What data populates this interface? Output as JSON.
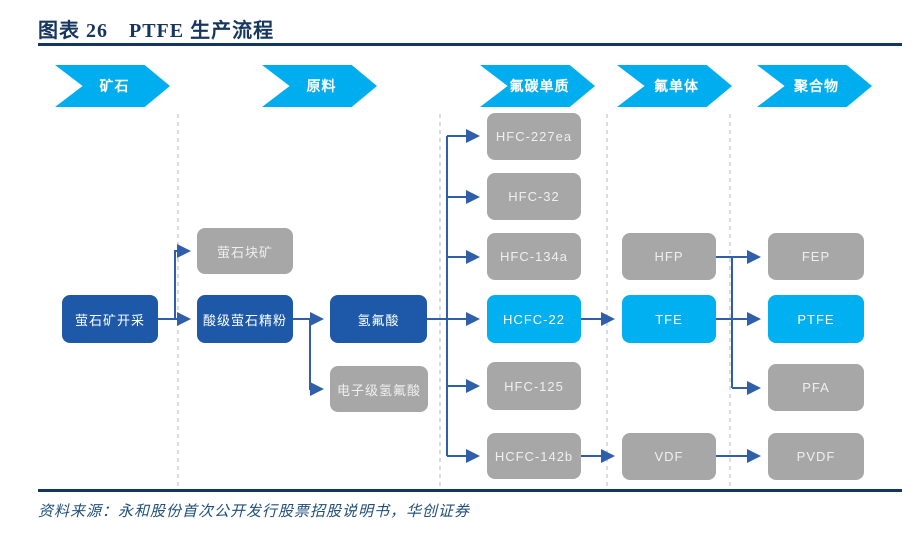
{
  "figure": {
    "title": "图表 26　PTFE 生产流程",
    "source": "资料来源：永和股份首次公开发行股票招股说明书，华创证券"
  },
  "stages": [
    {
      "label": "矿石"
    },
    {
      "label": "原料"
    },
    {
      "label": "氟碳单质"
    },
    {
      "label": "氟单体"
    },
    {
      "label": "聚合物"
    }
  ],
  "nodes": {
    "mining": {
      "label": "萤石矿开采",
      "style": "dark"
    },
    "lump_ore": {
      "label": "萤石块矿",
      "style": "gray"
    },
    "acid_powder": {
      "label": "酸级萤石精粉",
      "style": "dark"
    },
    "hf": {
      "label": "氢氟酸",
      "style": "dark"
    },
    "electronic_hf": {
      "label": "电子级氢氟酸",
      "style": "gray"
    },
    "hfc227ea": {
      "label": "HFC-227ea",
      "style": "gray"
    },
    "hfc32": {
      "label": "HFC-32",
      "style": "gray"
    },
    "hfc134a": {
      "label": "HFC-134a",
      "style": "gray"
    },
    "hcfc22": {
      "label": "HCFC-22",
      "style": "cyan"
    },
    "hfc125": {
      "label": "HFC-125",
      "style": "gray"
    },
    "hcfc142b": {
      "label": "HCFC-142b",
      "style": "gray"
    },
    "hfp": {
      "label": "HFP",
      "style": "gray"
    },
    "tfe": {
      "label": "TFE",
      "style": "cyan"
    },
    "vdf": {
      "label": "VDF",
      "style": "gray"
    },
    "fep": {
      "label": "FEP",
      "style": "gray"
    },
    "ptfe": {
      "label": "PTFE",
      "style": "cyan"
    },
    "pfa": {
      "label": "PFA",
      "style": "gray"
    },
    "pvdf": {
      "label": "PVDF",
      "style": "gray"
    }
  },
  "edges": [
    {
      "from": "萤石矿开采",
      "to": "萤石块矿"
    },
    {
      "from": "萤石矿开采",
      "to": "酸级萤石精粉"
    },
    {
      "from": "酸级萤石精粉",
      "to": "氢氟酸"
    },
    {
      "from": "酸级萤石精粉",
      "to": "电子级氢氟酸"
    },
    {
      "from": "氢氟酸",
      "to": "HFC-227ea"
    },
    {
      "from": "氢氟酸",
      "to": "HFC-32"
    },
    {
      "from": "氢氟酸",
      "to": "HFC-134a"
    },
    {
      "from": "氢氟酸",
      "to": "HCFC-22"
    },
    {
      "from": "氢氟酸",
      "to": "HFC-125"
    },
    {
      "from": "氢氟酸",
      "to": "HCFC-142b"
    },
    {
      "from": "HCFC-22",
      "to": "TFE"
    },
    {
      "from": "HCFC-142b",
      "to": "VDF"
    },
    {
      "from": "HFP",
      "to": "FEP"
    },
    {
      "from": "TFE",
      "to": "PTFE"
    },
    {
      "from": "TFE",
      "to": "PFA"
    },
    {
      "from": "VDF",
      "to": "PVDF"
    }
  ],
  "colors": {
    "title_navy": "#17365D",
    "stage_cyan": "#00AEEF",
    "node_dark_blue": "#1D59A8",
    "node_highlight_cyan": "#00B0F0",
    "node_gray": "#A7A7A7",
    "connector_blue": "#2E5FA8",
    "divider_gray": "#C8C8C8"
  }
}
